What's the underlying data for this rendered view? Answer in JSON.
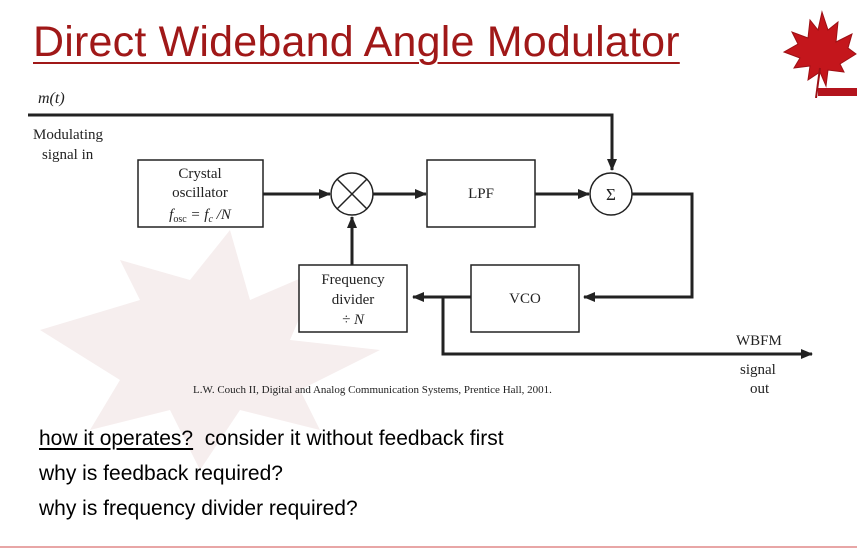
{
  "slide": {
    "title": "Direct Wideband Angle Modulator",
    "accent_color": "#a01818"
  },
  "diagram": {
    "input_label": "m(t)",
    "modulating_label_line1": "Modulating",
    "modulating_label_line2": "signal in",
    "crystal_line1": "Crystal",
    "crystal_line2": "oscillator",
    "crystal_line3": "f",
    "crystal_line3_sub1": "osc",
    "crystal_line3_mid": " = f",
    "crystal_line3_sub2": "c",
    "crystal_line3_end": " /N",
    "lpf_label": "LPF",
    "sum_symbol": "Σ",
    "freq_div_line1": "Frequency",
    "freq_div_line2": "divider",
    "freq_div_line3": "÷ N",
    "vco_label": "VCO",
    "output_label": "WBFM",
    "output_sub1": "signal",
    "output_sub2": "out",
    "citation": "L.W. Couch II, Digital and Analog Communication Systems, Prentice Hall, 2001."
  },
  "bullets": {
    "q1_underlined": "how it operates?",
    "q1_rest": "  consider it without feedback first",
    "q2": "why is feedback required?",
    "q3": "why is frequency divider required?"
  }
}
